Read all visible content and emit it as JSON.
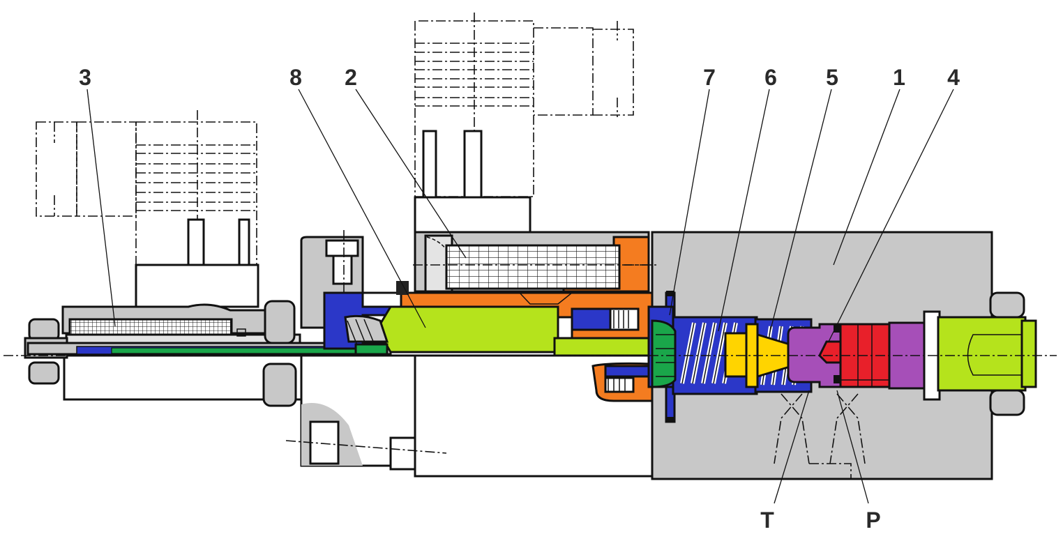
{
  "callouts": [
    {
      "id": "c3",
      "text": "3"
    },
    {
      "id": "c8",
      "text": "8"
    },
    {
      "id": "c2",
      "text": "2"
    },
    {
      "id": "c7",
      "text": "7"
    },
    {
      "id": "c6",
      "text": "6"
    },
    {
      "id": "c5",
      "text": "5"
    },
    {
      "id": "c1",
      "text": "1"
    },
    {
      "id": "c4",
      "text": "4"
    },
    {
      "id": "cT",
      "text": "T"
    },
    {
      "id": "cP",
      "text": "P"
    }
  ],
  "colors": {
    "housing_grey": "#c8c8c8",
    "light_grey": "#e4e4e4",
    "blue": "#2b37c8",
    "orange": "#f47c20",
    "lime": "#b5e31c",
    "green": "#1aa64a",
    "yellow": "#ffd400",
    "purple": "#a64fb8",
    "red": "#e8202a",
    "coil_grid": "#ffffff"
  }
}
